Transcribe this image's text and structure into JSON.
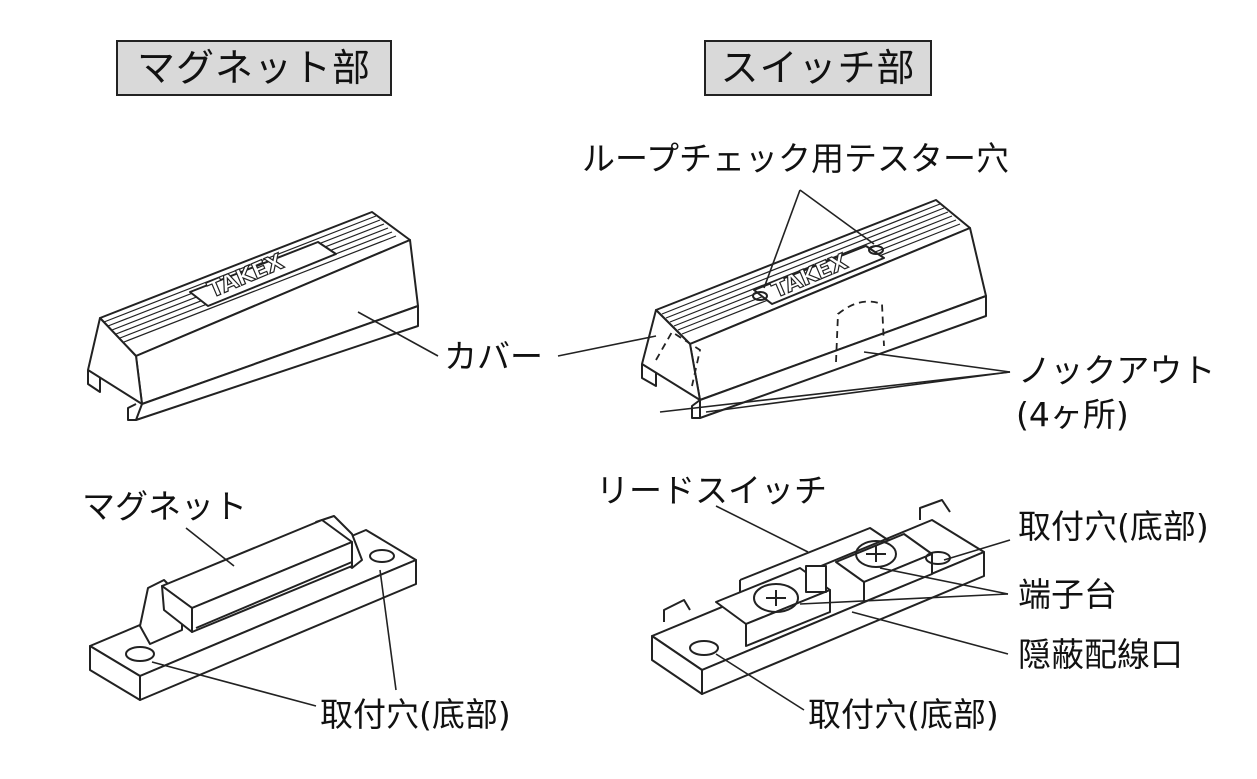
{
  "titles": {
    "magnet_section": "マグネット部",
    "switch_section": "スイッチ部"
  },
  "logo_text": "TAKEX",
  "labels": {
    "loop_check_hole": "ループチェック用テスター穴",
    "cover": "カバー",
    "knockout": "ノックアウト",
    "knockout_count": "(4ヶ所)",
    "magnet": "マグネット",
    "mount_hole_magnet": "取付穴(底部)",
    "reed_switch": "リードスイッチ",
    "mount_hole_switch_right": "取付穴(底部)",
    "terminal_block": "端子台",
    "concealed_wiring_port": "隠蔽配線口",
    "mount_hole_switch_bottom": "取付穴(底部)"
  }
}
